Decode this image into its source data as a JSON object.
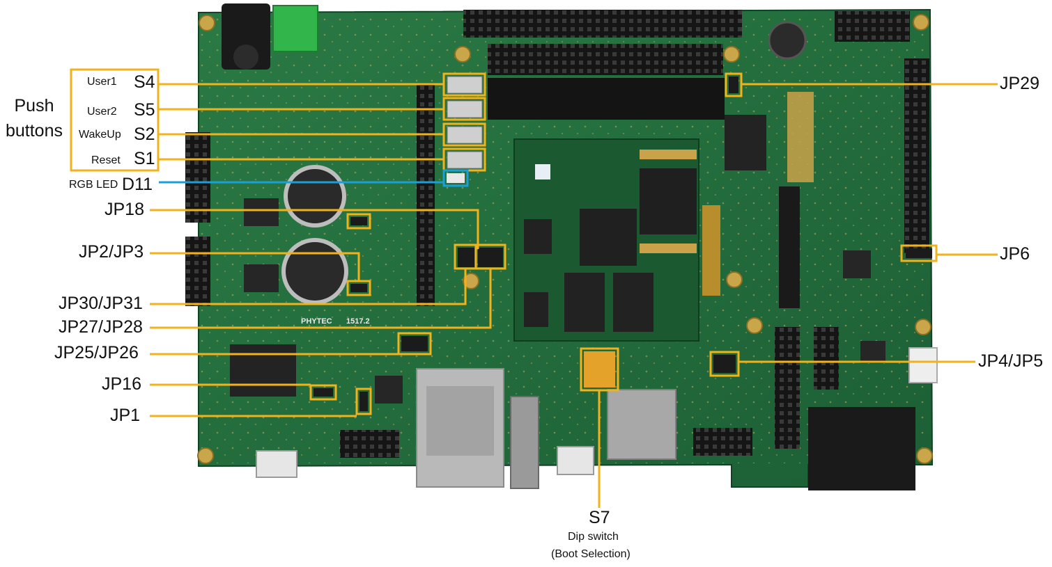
{
  "group_label_line1": "Push",
  "group_label_line2": "buttons",
  "buttons": [
    {
      "name": "User1",
      "ref": "S4"
    },
    {
      "name": "User2",
      "ref": "S5"
    },
    {
      "name": "WakeUp",
      "ref": "S2"
    },
    {
      "name": "Reset",
      "ref": "S1"
    }
  ],
  "led": {
    "name": "RGB LED",
    "ref": "D11"
  },
  "left_jumpers": [
    "JP18",
    "JP2/JP3",
    "JP30/JP31",
    "JP27/JP28",
    "JP25/JP26",
    "JP16",
    "JP1"
  ],
  "right_jumpers": [
    "JP29",
    "JP6",
    "JP4/JP5"
  ],
  "dip": {
    "ref": "S7",
    "line1": "Dip switch",
    "line2": "(Boot Selection)"
  },
  "board_marking": {
    "brand": "PHYTEC",
    "number": "1517.2"
  },
  "colors": {
    "board": "#1f6b3b",
    "callout": "#f2b21b",
    "led_callout": "#1aa0d8"
  }
}
